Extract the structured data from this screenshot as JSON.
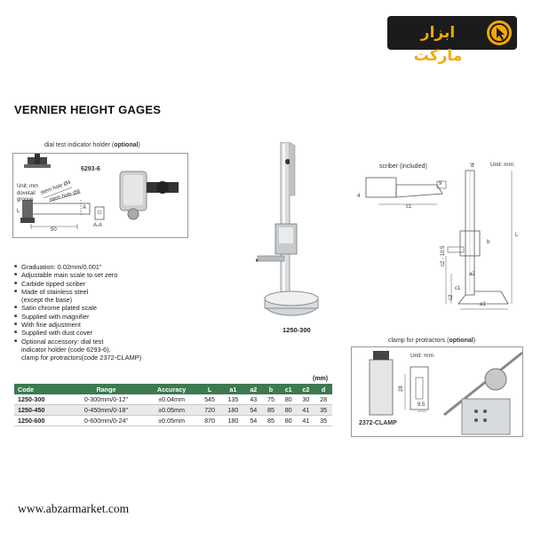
{
  "logo": {
    "text": "ابزار مارکت",
    "accent": "#f5a800",
    "background": "#1b1b1b"
  },
  "title": "VERNIER HEIGHT GAGES",
  "holder": {
    "caption_prefix": "dial test indicator holder (",
    "caption_bold": "optional",
    "caption_suffix": ")",
    "code": "6293-6",
    "unit": "Unit: mm",
    "dovetail": "dovetail",
    "groove": "groove",
    "hole_a": "stem hole Ø4",
    "hole_b": "stem hole Ø8",
    "label_a": "A",
    "label_50": "50",
    "label_aa": "A-A",
    "label_l": "L"
  },
  "center": {
    "model": "1250-300"
  },
  "right": {
    "scriber_caption": "scriber (included)",
    "unit": "Unit: mm",
    "labels": {
      "d": "d",
      "c1": "c1",
      "c2": "c2",
      "a1": "a1",
      "a2": "a2",
      "b": "b",
      "L": "L",
      "c2_105": "c2 - 10.5",
      "g": "9",
      "t": "4"
    }
  },
  "features": [
    {
      "text": "Graduation: 0.02mm/0.001\"",
      "bullet": true
    },
    {
      "text": "Adjustable main scale to set zero",
      "bullet": true
    },
    {
      "text": "Carbide tipped scriber",
      "bullet": true
    },
    {
      "text": "Made of stainless steel",
      "bullet": true
    },
    {
      "text": "(except the base)",
      "bullet": false
    },
    {
      "text": "Satin chrome plated scale",
      "bullet": true
    },
    {
      "text": "Supplied with magnifier",
      "bullet": true
    },
    {
      "text": "With fine adjustment",
      "bullet": true
    },
    {
      "text": "Supplied with dust cover",
      "bullet": true
    },
    {
      "text": "Optional accessory: dial test",
      "bullet": true
    },
    {
      "text": "indicator holder (code 6293-6),",
      "bullet": false
    },
    {
      "text": "clamp for protractors(code 2372-CLAMP)",
      "bullet": false
    }
  ],
  "clamp": {
    "caption_prefix": "clamp for protractors (",
    "caption_bold": "optional",
    "caption_suffix": ")",
    "unit": "Unit: mm",
    "code": "2372-CLAMP",
    "dim_28": "28",
    "dim_95": "9.5"
  },
  "table": {
    "unit_note": "(mm)",
    "headers": [
      "Code",
      "Range",
      "Accuracy",
      "L",
      "a1",
      "a2",
      "b",
      "c1",
      "c2",
      "d"
    ],
    "rows": [
      [
        "1250-300",
        "0-300mm/0-12\"",
        "±0.04mm",
        "545",
        "135",
        "43",
        "75",
        "80",
        "30",
        "28"
      ],
      [
        "1250-450",
        "0-450mm/0-18\"",
        "±0.05mm",
        "720",
        "180",
        "54",
        "85",
        "80",
        "41",
        "35"
      ],
      [
        "1250-600",
        "0-600mm/0-24\"",
        "±0.05mm",
        "870",
        "180",
        "54",
        "85",
        "80",
        "41",
        "35"
      ]
    ],
    "header_color": "#3d7a50"
  },
  "website": "www.abzarmarket.com"
}
